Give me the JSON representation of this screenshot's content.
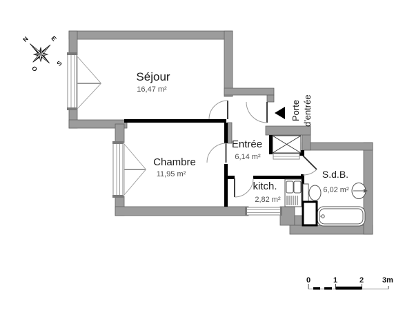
{
  "colors": {
    "wall": "#9c9c9c",
    "wall_outline": "#5f5f5f",
    "partition": "#000000",
    "line": "#9a9a9a",
    "text_dark": "#1c1c1c",
    "text_muted": "#4f4f4f",
    "bg": "#ffffff"
  },
  "rooms": {
    "sejour": {
      "name": "Séjour",
      "area": "16,47 m²"
    },
    "chambre": {
      "name": "Chambre",
      "area": "11,95 m²"
    },
    "entree": {
      "name": "Entrée",
      "area": "6,14 m²"
    },
    "kitchen": {
      "name": "kitch.",
      "area": "2,82 m²"
    },
    "bathroom": {
      "name": "S.d.B.",
      "area": "6,02 m²"
    }
  },
  "entrance": {
    "label_line1": "Porte",
    "label_line2": "d'entrée"
  },
  "compass": {
    "north": "N",
    "east": "E",
    "south": "S",
    "west": "O"
  },
  "scale_bar": {
    "tick0": "0",
    "tick1": "1",
    "tick2": "2",
    "tick3": "3m"
  }
}
